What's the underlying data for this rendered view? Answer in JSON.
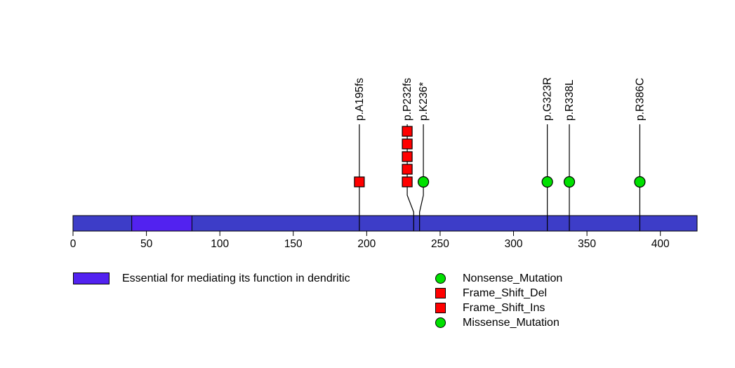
{
  "background": "#ffffff",
  "chart_data": {
    "type": "lollipop",
    "title": "",
    "xlim": [
      0,
      425
    ],
    "protein_length": 425,
    "axis_ticks": [
      0,
      50,
      100,
      150,
      200,
      250,
      300,
      350,
      400
    ],
    "backbone_color": "#3d3dc8",
    "line_color": "#000000",
    "domains": [
      {
        "label": "Essential for mediating its function in dendritic",
        "start": 40,
        "end": 81,
        "color": "#5222f0"
      }
    ],
    "mutations": [
      {
        "label": "p.A195fs",
        "pos": 195,
        "shape": "square",
        "color": "#ff0000",
        "count": 1,
        "column_aa": 195
      },
      {
        "label": "p.P232fs",
        "pos": 232,
        "shape": "square",
        "color": "#ff0000",
        "count": 5,
        "column_aa": 227.6
      },
      {
        "label": "p.K236*",
        "pos": 236,
        "shape": "circle",
        "color": "#00e000",
        "count": 1,
        "column_aa": 238.6
      },
      {
        "label": "p.G323R",
        "pos": 323,
        "shape": "circle",
        "color": "#00e000",
        "count": 1,
        "column_aa": 323
      },
      {
        "label": "p.R338L",
        "pos": 338,
        "shape": "circle",
        "color": "#00e000",
        "count": 1,
        "column_aa": 338
      },
      {
        "label": "p.R386C",
        "pos": 386,
        "shape": "circle",
        "color": "#00e000",
        "count": 1,
        "column_aa": 386
      }
    ],
    "legend_domains": [
      {
        "label": "Essential for mediating its function in dendritic",
        "color": "#5222f0"
      }
    ],
    "legend_mutations": [
      {
        "label": "Nonsense_Mutation",
        "shape": "circle",
        "color": "#00e000"
      },
      {
        "label": "Frame_Shift_Del",
        "shape": "square",
        "color": "#ff0000"
      },
      {
        "label": "Frame_Shift_Ins",
        "shape": "square",
        "color": "#ff0000"
      },
      {
        "label": "Missense_Mutation",
        "shape": "circle",
        "color": "#00e000"
      }
    ]
  }
}
